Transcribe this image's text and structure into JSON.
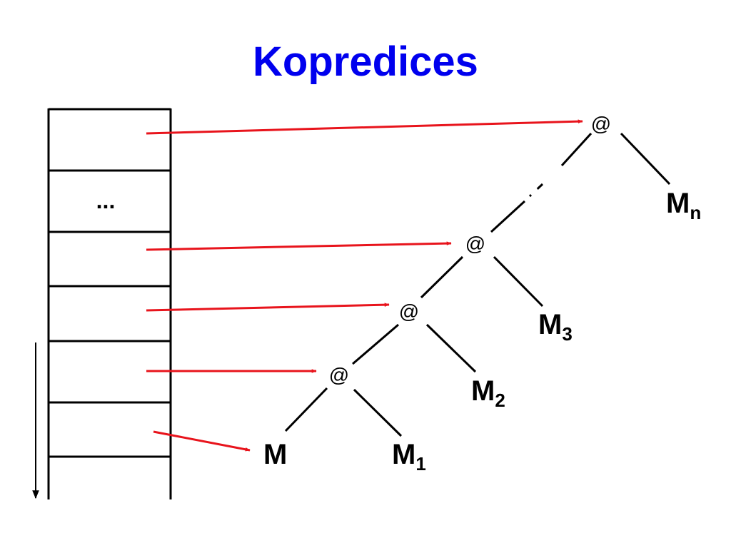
{
  "title": "Kopredices",
  "colors": {
    "title": "#0000ee",
    "arrows": "#e8141c",
    "lines": "#000000"
  },
  "stack": {
    "ellipsis": "..."
  },
  "tree": {
    "app_symbol": "@",
    "nodes": {
      "app_top": "@",
      "app_3": "@",
      "app_2": "@",
      "app_1": "@"
    },
    "leaves": {
      "m": {
        "base": "M"
      },
      "m1": {
        "base": "M",
        "sub": "1"
      },
      "m2": {
        "base": "M",
        "sub": "2"
      },
      "m3": {
        "base": "M",
        "sub": "3"
      },
      "mn": {
        "base": "M",
        "sub": "n"
      }
    }
  }
}
